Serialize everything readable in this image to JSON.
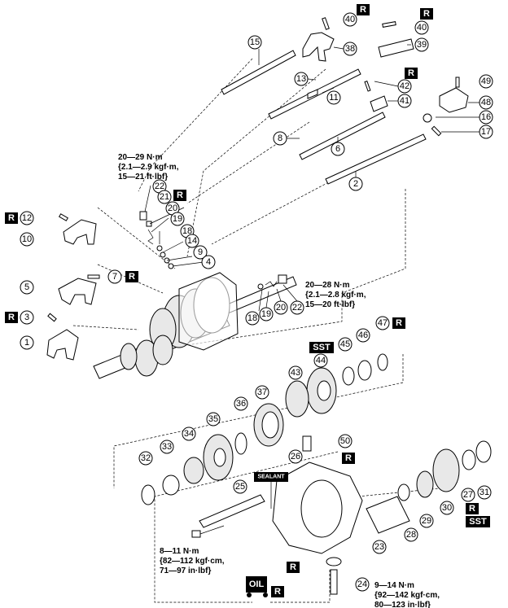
{
  "callouts": [
    {
      "id": "c1",
      "label": "1"
    },
    {
      "id": "c2",
      "label": "2"
    },
    {
      "id": "c3",
      "label": "3"
    },
    {
      "id": "c4",
      "label": "4"
    },
    {
      "id": "c5",
      "label": "5"
    },
    {
      "id": "c6",
      "label": "6"
    },
    {
      "id": "c7",
      "label": "7"
    },
    {
      "id": "c8",
      "label": "8"
    },
    {
      "id": "c9",
      "label": "9"
    },
    {
      "id": "c10",
      "label": "10"
    },
    {
      "id": "c11",
      "label": "11"
    },
    {
      "id": "c12",
      "label": "12"
    },
    {
      "id": "c13",
      "label": "13"
    },
    {
      "id": "c14",
      "label": "14"
    },
    {
      "id": "c15",
      "label": "15"
    },
    {
      "id": "c16",
      "label": "16"
    },
    {
      "id": "c17",
      "label": "17"
    },
    {
      "id": "c18a",
      "label": "18"
    },
    {
      "id": "c18b",
      "label": "18"
    },
    {
      "id": "c19a",
      "label": "19"
    },
    {
      "id": "c19b",
      "label": "19"
    },
    {
      "id": "c20a",
      "label": "20"
    },
    {
      "id": "c20b",
      "label": "20"
    },
    {
      "id": "c21",
      "label": "21"
    },
    {
      "id": "c22a",
      "label": "22"
    },
    {
      "id": "c22b",
      "label": "22"
    },
    {
      "id": "c23",
      "label": "23"
    },
    {
      "id": "c24",
      "label": "24"
    },
    {
      "id": "c25",
      "label": "25"
    },
    {
      "id": "c26",
      "label": "26"
    },
    {
      "id": "c27",
      "label": "27"
    },
    {
      "id": "c28",
      "label": "28"
    },
    {
      "id": "c29",
      "label": "29"
    },
    {
      "id": "c30",
      "label": "30"
    },
    {
      "id": "c31",
      "label": "31"
    },
    {
      "id": "c32",
      "label": "32"
    },
    {
      "id": "c33",
      "label": "33"
    },
    {
      "id": "c34",
      "label": "34"
    },
    {
      "id": "c35",
      "label": "35"
    },
    {
      "id": "c36",
      "label": "36"
    },
    {
      "id": "c37",
      "label": "37"
    },
    {
      "id": "c38",
      "label": "38"
    },
    {
      "id": "c39",
      "label": "39"
    },
    {
      "id": "c40a",
      "label": "40"
    },
    {
      "id": "c40b",
      "label": "40"
    },
    {
      "id": "c41",
      "label": "41"
    },
    {
      "id": "c42",
      "label": "42"
    },
    {
      "id": "c43",
      "label": "43"
    },
    {
      "id": "c44",
      "label": "44"
    },
    {
      "id": "c45",
      "label": "45"
    },
    {
      "id": "c46",
      "label": "46"
    },
    {
      "id": "c47",
      "label": "47"
    },
    {
      "id": "c48",
      "label": "48"
    },
    {
      "id": "c49",
      "label": "49"
    },
    {
      "id": "c50",
      "label": "50"
    }
  ],
  "badges": {
    "replace": "R",
    "sst": "SST",
    "sealant": "SEALANT",
    "oil": "OIL"
  },
  "torque_specs": {
    "t1": {
      "line1": "20—29 N·m",
      "line2": "{2.1—2.9 kgf·m,",
      "line3": "15—21 ft·lbf}"
    },
    "t2": {
      "line1": "20—28 N·m",
      "line2": "{2.1—2.8 kgf·m,",
      "line3": "15—20 ft·lbf}"
    },
    "t3": {
      "line1": "8—11 N·m",
      "line2": "{82—112 kgf·cm,",
      "line3": "71—97 in·lbf}"
    },
    "t4": {
      "line1": "9—14 N·m",
      "line2": "{92—142 kgf·cm,",
      "line3": "80—123 in·lbf}"
    }
  },
  "colors": {
    "ink": "#000000",
    "paper": "#ffffff",
    "badge": "#000000"
  }
}
